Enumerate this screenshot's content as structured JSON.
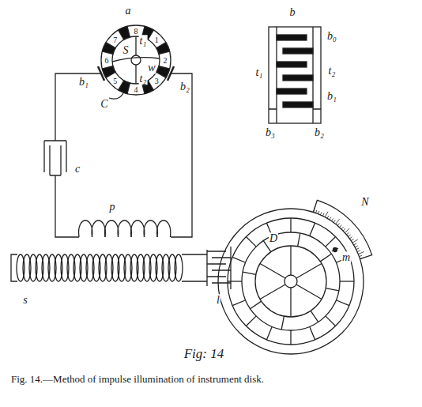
{
  "diagram": {
    "caption": "Fig. 14.—Method of impulse illumination of instrument disk.",
    "labels": [
      "a",
      "1",
      "2",
      "3",
      "4",
      "5",
      "6",
      "7",
      "8",
      "S",
      "w",
      "t₁",
      "t₂",
      "b₁",
      "b₂",
      "C",
      "c",
      "p",
      "s",
      "l",
      "b",
      "b₀",
      "t₂",
      "b₁",
      "b₂",
      "b₃",
      "t₁",
      "N",
      "D",
      "m",
      "Fig: 14"
    ]
  }
}
